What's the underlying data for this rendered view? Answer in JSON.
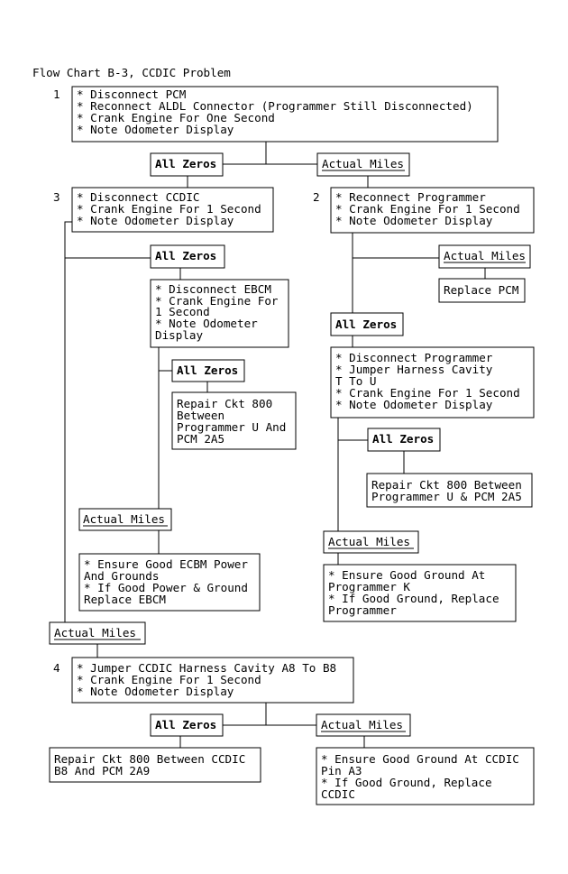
{
  "title": "Flow Chart B-3, CCDIC Problem",
  "steps": {
    "step1": {
      "number": "1",
      "lines": [
        "* Disconnect PCM",
        "* Reconnect ALDL Connector (Programmer Still Disconnected)",
        "* Crank Engine For One Second",
        "* Note Odometer Display"
      ]
    },
    "step2": {
      "number": "2",
      "lines": [
        "* Reconnect Programmer",
        "* Crank Engine For 1 Second",
        "* Note Odometer Display"
      ]
    },
    "step3": {
      "number": "3",
      "lines": [
        "* Disconnect CCDIC",
        "* Crank Engine For 1 Second",
        "* Note Odometer Display"
      ]
    },
    "step4": {
      "number": "4",
      "lines": [
        "* Jumper CCDIC Harness Cavity A8 To B8",
        "* Crank Engine For 1 Second",
        "* Note Odometer Display"
      ]
    }
  },
  "actions": {
    "ebcm_test": [
      "* Disconnect EBCM",
      "* Crank Engine For",
      "  1 Second",
      "* Note Odometer",
      "  Display"
    ],
    "programmer_test": [
      "* Disconnect Programmer",
      "* Jumper Harness Cavity",
      "  T To U",
      "* Crank Engine For 1 Second",
      "* Note Odometer Display"
    ],
    "replace_pcm": [
      "Replace PCM"
    ],
    "repair_prog_u_pcm": [
      "Repair Ckt 800",
      "Between",
      "Programmer U And",
      "PCM 2A5"
    ],
    "repair_prog_u_pcm_b": [
      "Repair Ckt 800 Between",
      "Programmer U & PCM 2A5"
    ],
    "ebcm_power": [
      "* Ensure Good ECBM Power",
      "  And Grounds",
      "* If Good Power & Ground",
      "  Replace EBCM"
    ],
    "prog_ground": [
      "* Ensure Good Ground At",
      "  Programmer K",
      "* If Good Ground, Replace",
      "  Programmer"
    ],
    "repair_ccdic_pcm": [
      "Repair Ckt 800 Between CCDIC",
      "B8 And PCM 2A9"
    ],
    "ccdic_ground": [
      "* Ensure Good Ground At CCDIC",
      "  Pin A3",
      "* If Good Ground, Replace",
      "  CCDIC"
    ]
  },
  "labels": {
    "all_zeros": "All Zeros",
    "actual_miles": "Actual Miles"
  }
}
